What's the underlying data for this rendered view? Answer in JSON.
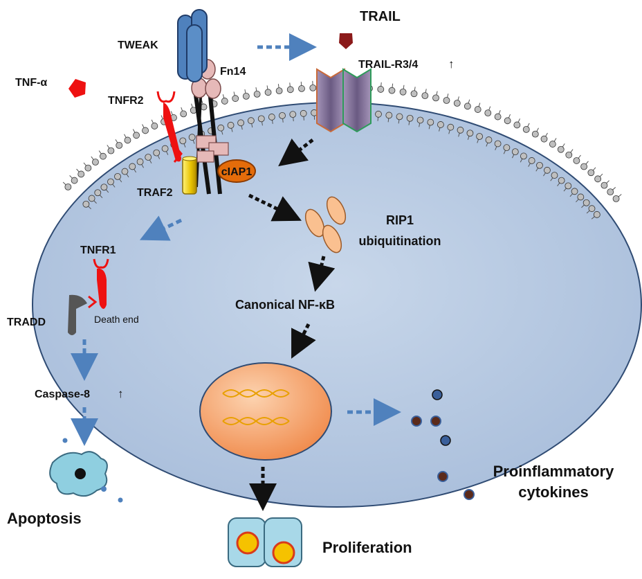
{
  "labels": {
    "tweak": "TWEAK",
    "trail": "TRAIL",
    "trail_r34": "TRAIL-R3/4",
    "tnf_alpha": "TNF-α",
    "tnfr2": "TNFR2",
    "fn14": "Fn14",
    "ciap1": "cIAP1",
    "traf2": "TRAF2",
    "rip1_line1": "RIP1",
    "rip1_line2": "ubiquitination",
    "tnfr1": "TNFR1",
    "canonical_nfkb": "Canonical NF-κB",
    "tradd": "TRADD",
    "death_end": "Death end",
    "caspase8": "Caspase-8",
    "apoptosis": "Apoptosis",
    "proliferation": "Proliferation",
    "proinflammatory_line1": "Proinflammatory",
    "proinflammatory_line2": "cytokines",
    "up_arrow": "↑"
  },
  "colors": {
    "cell_fill": "#b7c9e2",
    "cell_stroke": "#2f4b73",
    "membrane_bead": "#bfbfbf",
    "tweak": "#4f81bd",
    "fn14": "#e6b9b8",
    "tnfr": "#ee1111",
    "traf2": "#e8c200",
    "ciap1": "#e46c0a",
    "rip1": "#fac090",
    "trail": "#8b1a1a",
    "trail_receptor": "#8064a2",
    "blue_arrow": "#4f81bd",
    "nucleus": "#f7b07a",
    "dna": "#e8a000",
    "cytokine_blue": "#3a5f9a",
    "cytokine_dark": "#5b2a1a"
  },
  "icons": [
    "tnf-alpha-icon",
    "trail-icon",
    "apoptotic-cell-icon",
    "proliferating-cells-icon",
    "cytokine-dots-icon",
    "dna-helix-icon"
  ]
}
